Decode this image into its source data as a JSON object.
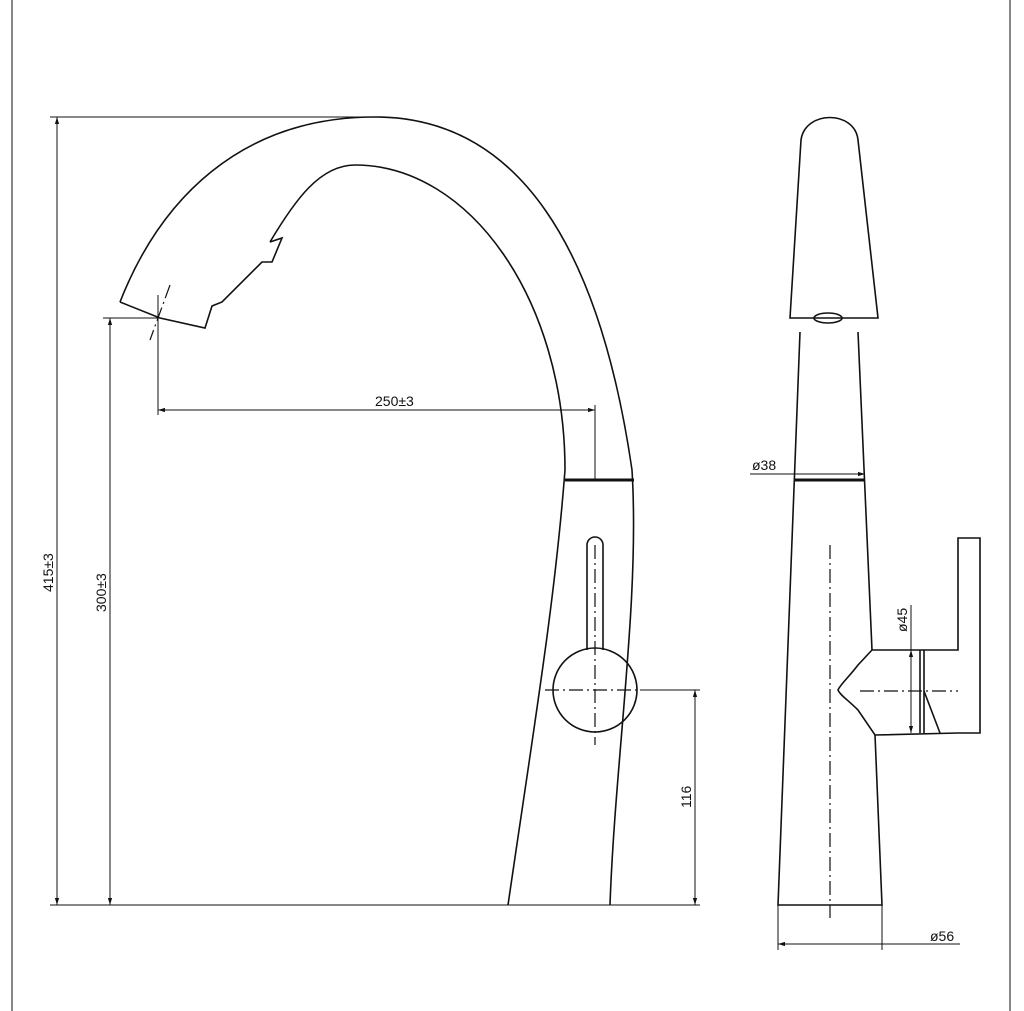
{
  "drawing": {
    "dimensions": {
      "total_height": "415±3",
      "spout_height": "300±3",
      "spout_reach": "250±3",
      "lever_height": "116",
      "body_diameter": "ø38",
      "handle_diameter": "ø45",
      "base_diameter": "ø56"
    }
  }
}
